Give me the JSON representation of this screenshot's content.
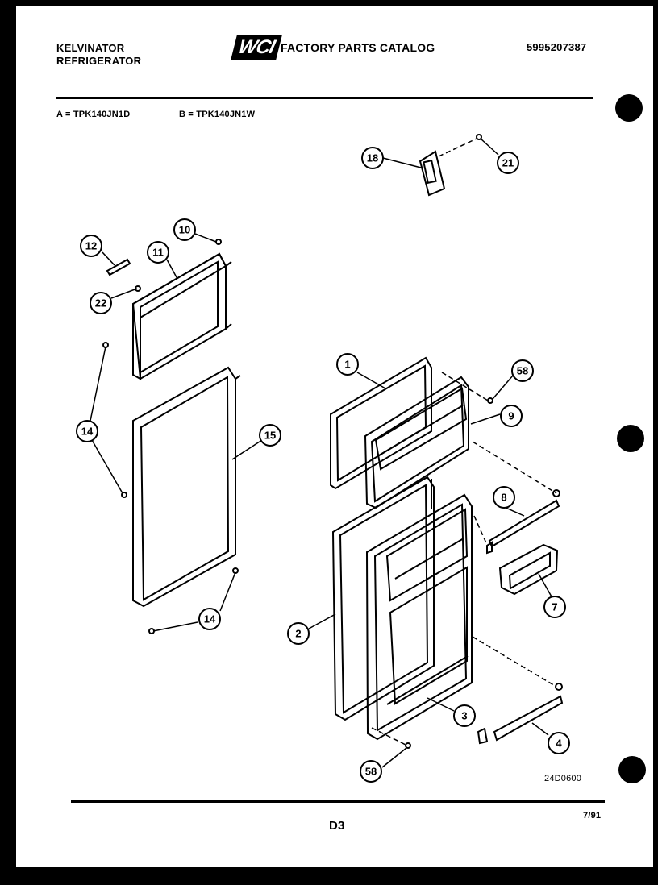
{
  "header": {
    "brand_line1": "KELVINATOR",
    "brand_line2": "REFRIGERATOR",
    "logo_text": "WCI",
    "catalog_title": "FACTORY PARTS CATALOG",
    "catalog_number": "5995207387"
  },
  "models": {
    "a": "A = TPK140JN1D",
    "b": "B = TPK140JN1W"
  },
  "callouts": {
    "c1": "1",
    "c2": "2",
    "c3": "3",
    "c4": "4",
    "c7": "7",
    "c8": "8",
    "c9": "9",
    "c10": "10",
    "c11": "11",
    "c12": "12",
    "c14a": "14",
    "c14b": "14",
    "c15": "15",
    "c18": "18",
    "c21": "21",
    "c22": "22",
    "c58a": "58",
    "c58b": "58"
  },
  "footer": {
    "drawing_code": "24D0600",
    "page_label": "D3",
    "date": "7/91"
  }
}
